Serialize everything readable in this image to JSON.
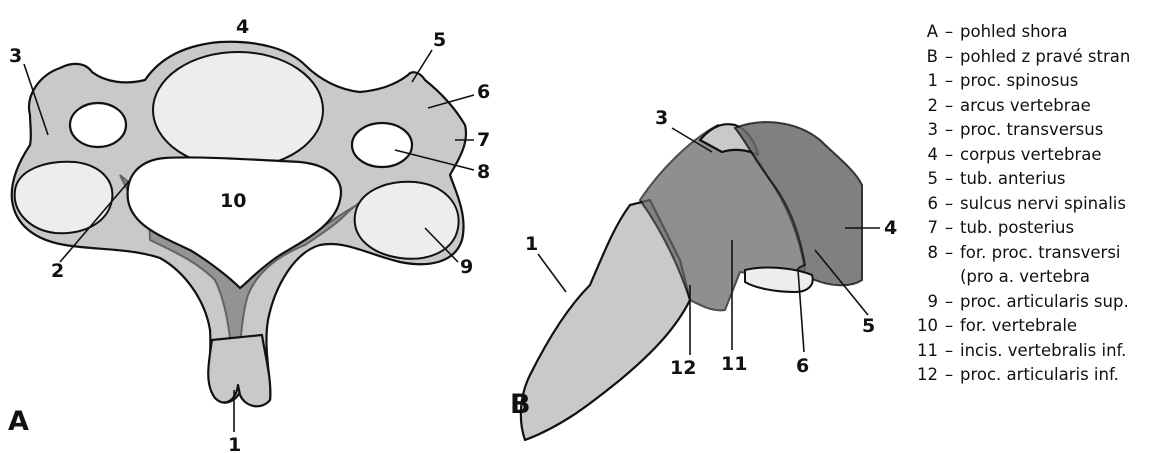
{
  "panels": {
    "a": {
      "letter": "A",
      "callouts": [
        "1",
        "2",
        "3",
        "4",
        "5",
        "6",
        "7",
        "8",
        "9",
        "10"
      ]
    },
    "b": {
      "letter": "B",
      "callouts": [
        "1",
        "3",
        "4",
        "5",
        "6",
        "11",
        "12"
      ]
    }
  },
  "legend": {
    "entries": [
      {
        "key": "A",
        "text": "pohled shora"
      },
      {
        "key": "B",
        "text": "pohled z pravé stran"
      },
      {
        "key": "1",
        "text": "proc. spinosus"
      },
      {
        "key": "2",
        "text": "arcus vertebrae"
      },
      {
        "key": "3",
        "text": "proc. transversus"
      },
      {
        "key": "4",
        "text": "corpus vertebrae"
      },
      {
        "key": "5",
        "text": "tub. anterius"
      },
      {
        "key": "6",
        "text": "sulcus nervi spinalis"
      },
      {
        "key": "7",
        "text": "tub. posterius"
      },
      {
        "key": "8",
        "text": "for. proc. transversi"
      },
      {
        "key": "",
        "text": "(pro a. vertebra"
      },
      {
        "key": "9",
        "text": "proc. articularis sup."
      },
      {
        "key": "10",
        "text": "for. vertebrale"
      },
      {
        "key": "11",
        "text": "incis. vertebralis inf."
      },
      {
        "key": "12",
        "text": "proc. articularis inf."
      }
    ]
  }
}
